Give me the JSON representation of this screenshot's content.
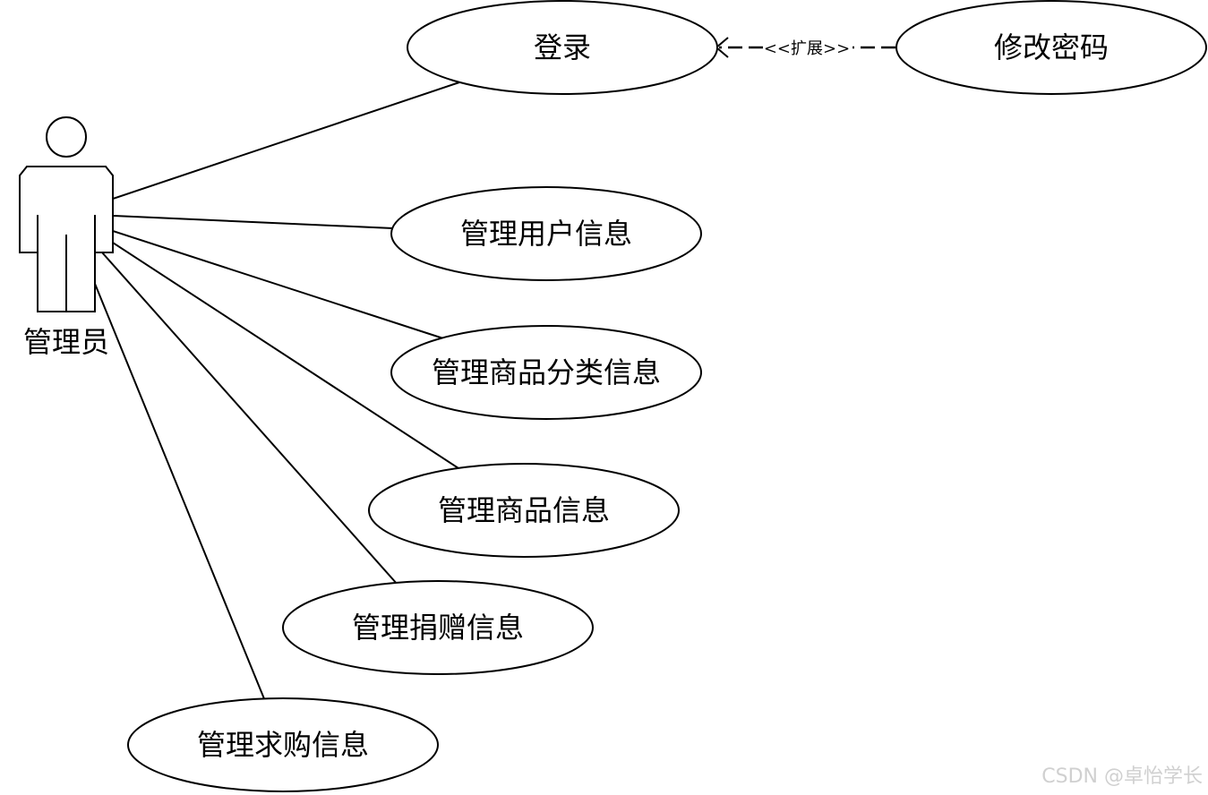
{
  "actor": {
    "label": "管理员",
    "icon": "stick-figure-actor-icon"
  },
  "use_cases": {
    "login": "登录",
    "change_password": "修改密码",
    "manage_users": "管理用户信息",
    "manage_categories": "管理商品分类信息",
    "manage_products": "管理商品信息",
    "manage_donations": "管理捐赠信息",
    "manage_purchase_requests": "管理求购信息"
  },
  "relationships": {
    "extend_label": "<<扩展>>"
  },
  "watermark": "CSDN @卓怡学长"
}
